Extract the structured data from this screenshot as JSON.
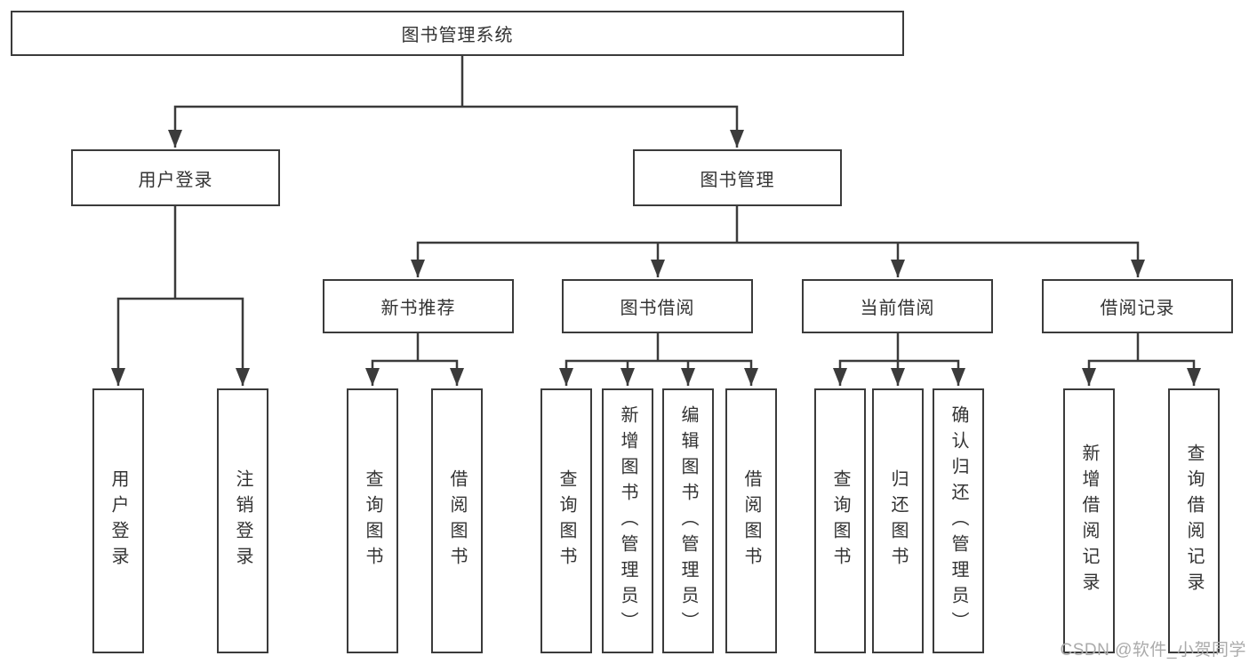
{
  "diagram": {
    "root": {
      "label": "图书管理系统"
    },
    "level2": [
      {
        "label": "用户登录"
      },
      {
        "label": "图书管理"
      }
    ],
    "level3": [
      {
        "label": "新书推荐"
      },
      {
        "label": "图书借阅"
      },
      {
        "label": "当前借阅"
      },
      {
        "label": "借阅记录"
      }
    ],
    "leafGroups": [
      {
        "parent": "用户登录",
        "children": [
          {
            "label": "用户登录"
          },
          {
            "label": "注销登录"
          }
        ]
      },
      {
        "parent": "新书推荐",
        "children": [
          {
            "label": "查询图书"
          },
          {
            "label": "借阅图书"
          }
        ]
      },
      {
        "parent": "图书借阅",
        "children": [
          {
            "label": "查询图书"
          },
          {
            "label": "新增图书（管理员）"
          },
          {
            "label": "编辑图书（管理员）"
          },
          {
            "label": "借阅图书"
          }
        ]
      },
      {
        "parent": "当前借阅",
        "children": [
          {
            "label": "查询图书"
          },
          {
            "label": "归还图书"
          },
          {
            "label": "确认归还（管理员）"
          }
        ]
      },
      {
        "parent": "借阅记录",
        "children": [
          {
            "label": "新增借阅记录"
          },
          {
            "label": "查询借阅记录"
          }
        ]
      }
    ]
  },
  "watermark": {
    "text": "CSDN @软件_小贺同学"
  },
  "colors": {
    "line": "#3b3b3b",
    "text": "#333333",
    "watermark": "#ababab",
    "background": "#ffffff"
  }
}
